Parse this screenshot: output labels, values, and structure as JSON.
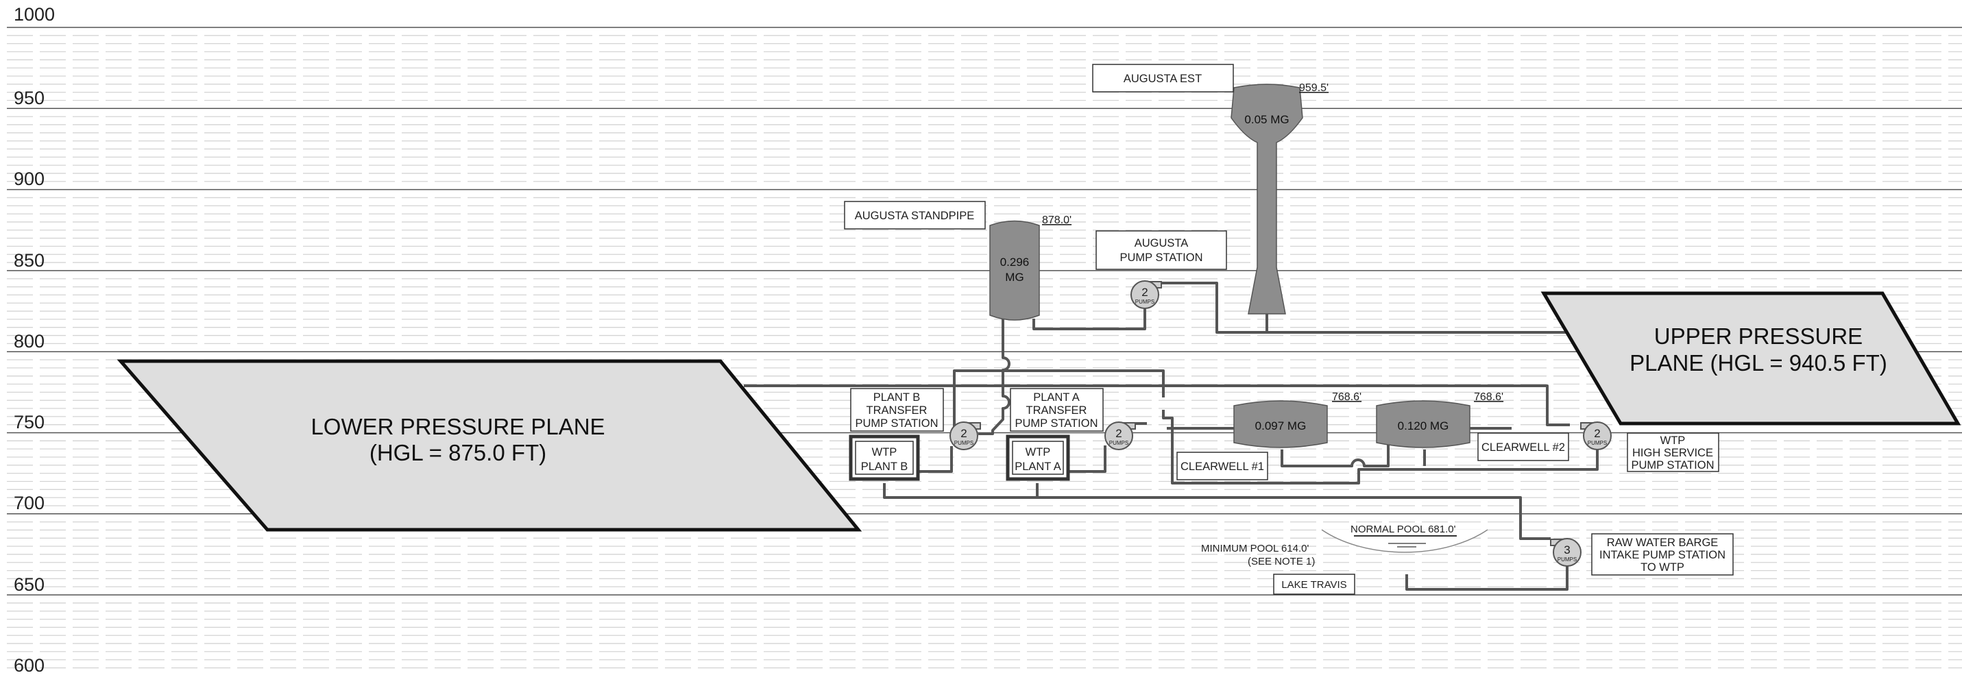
{
  "elevation_axis": {
    "ticks": [
      "1000",
      "950",
      "900",
      "850",
      "800",
      "750",
      "700",
      "650",
      "600"
    ]
  },
  "pressure_planes": {
    "lower": {
      "line1": "LOWER PRESSURE PLANE",
      "line2": "(HGL = 875.0 FT)"
    },
    "upper": {
      "line1": "UPPER PRESSURE",
      "line2": "PLANE (HGL = 940.5 FT)"
    }
  },
  "tanks": {
    "augusta_est": {
      "label": "AUGUSTA EST",
      "volume": "0.05 MG",
      "hgl": "959.5'"
    },
    "augusta_standpipe": {
      "label": "AUGUSTA STANDPIPE",
      "volume_line1": "0.296",
      "volume_line2": "MG",
      "hgl": "878.0'"
    },
    "clearwell_1": {
      "label": "CLEARWELL #1",
      "volume": "0.097 MG",
      "hgl": "768.6'"
    },
    "clearwell_2": {
      "label": "CLEARWELL #2",
      "volume": "0.120 MG",
      "hgl": "768.6'"
    }
  },
  "pump_stations": {
    "augusta": {
      "label_line1": "AUGUSTA",
      "label_line2": "PUMP STATION",
      "count": "2",
      "unit": "PUMPS"
    },
    "plant_b_transfer": {
      "label_line1": "PLANT B",
      "label_line2": "TRANSFER",
      "label_line3": "PUMP STATION",
      "count": "2",
      "unit": "PUMPS"
    },
    "plant_a_transfer": {
      "label_line1": "PLANT A",
      "label_line2": "TRANSFER",
      "label_line3": "PUMP STATION",
      "count": "2",
      "unit": "PUMPS"
    },
    "wtp_high_service": {
      "label_line1": "WTP",
      "label_line2": "HIGH SERVICE",
      "label_line3": "PUMP STATION",
      "count": "2",
      "unit": "PUMPS"
    },
    "raw_water_barge": {
      "label_line1": "RAW WATER BARGE",
      "label_line2": "INTAKE PUMP STATION",
      "label_line3": "TO WTP",
      "count": "3",
      "unit": "PUMPS"
    }
  },
  "plants": {
    "plant_b": {
      "line1": "WTP",
      "line2": "PLANT B"
    },
    "plant_a": {
      "line1": "WTP",
      "line2": "PLANT A"
    }
  },
  "lake": {
    "label": "LAKE TRAVIS",
    "normal_pool": "NORMAL POOL 681.0'",
    "minimum_pool_line1": "MINIMUM POOL 614.0'",
    "minimum_pool_line2": "(SEE NOTE 1)"
  }
}
